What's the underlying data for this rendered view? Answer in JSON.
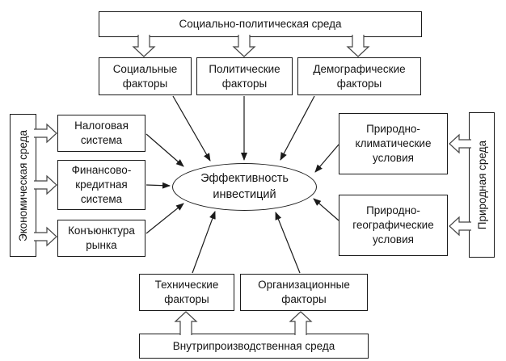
{
  "diagram": {
    "center_label": "Эффективность инвестиций",
    "environments": {
      "top": "Социально-политическая среда",
      "bottom": "Внутрипроизводственная среда",
      "left": "Экономическая среда",
      "right": "Природная среда"
    },
    "factors": {
      "social": "Социальные факторы",
      "political": "Политические факторы",
      "demographic": "Демографические факторы",
      "tax": "Налоговая система",
      "credit": "Финансово-кредитная система",
      "market": "Конъюнктура рынка",
      "technical": "Технические факторы",
      "organizational": "Организационные факторы",
      "climatic": "Природно-климатические условия",
      "geographic": "Природно-географические условия"
    },
    "colors": {
      "background": "#ffffff",
      "border": "#1a1a1a",
      "arrow": "#1a1a1a",
      "block_arrow_outline": "#454545"
    }
  }
}
